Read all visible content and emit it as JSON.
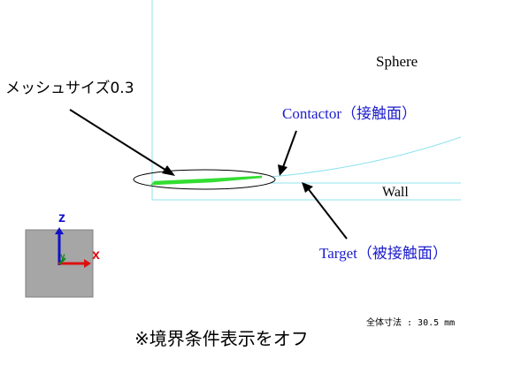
{
  "labels": {
    "mesh_size": "メッシュサイズ0.3",
    "sphere": "Sphere",
    "contactor": "Contactor（接触面）",
    "wall": "Wall",
    "target": "Target（被接触面）",
    "overall_dimension": "全体寸法 : 30.5 mm",
    "note": "※境界条件表示をオフ"
  },
  "axes": {
    "x": "x",
    "y": "y",
    "z": "z"
  },
  "colors": {
    "model_lines": "#8fe3ee",
    "mesh_highlight": "#33dd33",
    "label_blue": "#1c1ccc",
    "axis_x": "#dd1010",
    "axis_y": "#108810",
    "axis_z": "#1010cc",
    "triad_box": "#a6a6a6"
  }
}
